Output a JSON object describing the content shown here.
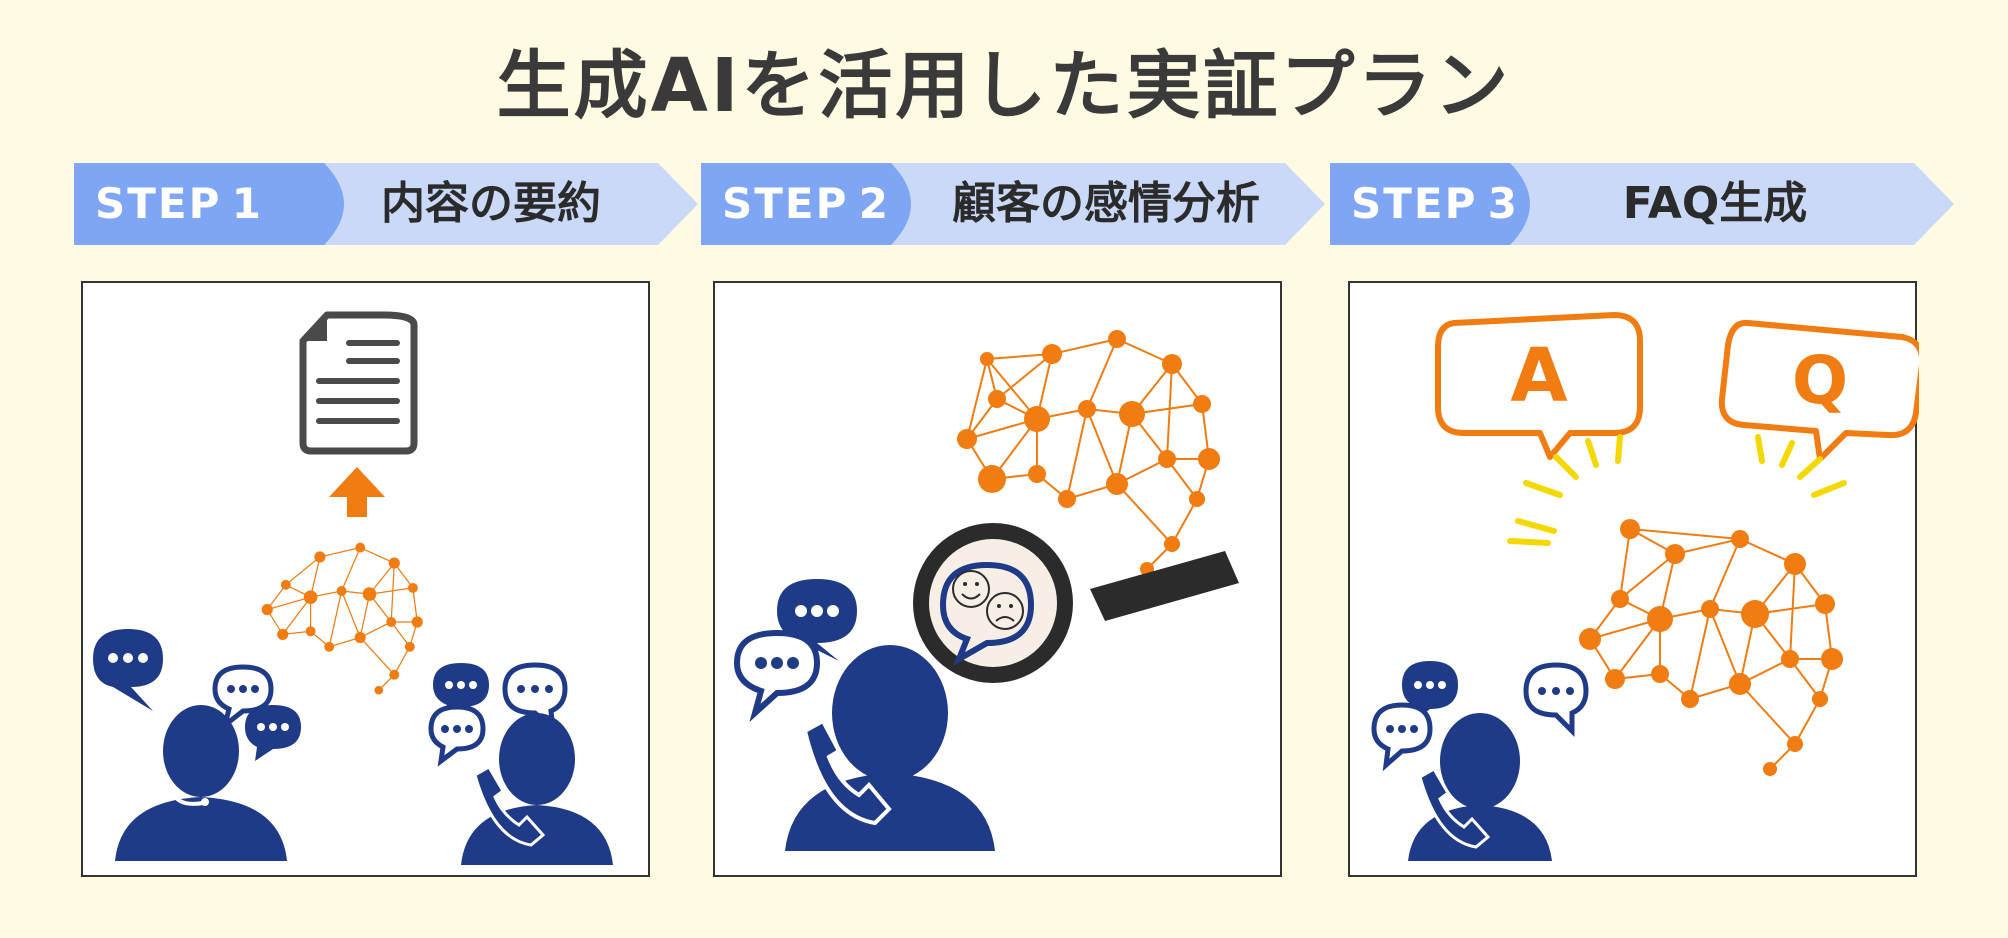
{
  "title": "生成AIを活用した実証プラン",
  "steps": [
    {
      "label": "STEP 1",
      "name": "内容の要約"
    },
    {
      "label": "STEP 2",
      "name": "顧客の感情分析"
    },
    {
      "label": "STEP 3",
      "name": "FAQ生成"
    }
  ],
  "bubbles": {
    "answer": "A",
    "question": "Q"
  },
  "colors": {
    "background": "#fffbe3",
    "step_dark": "#7fa6f4",
    "step_light": "#c9d9f7",
    "navy": "#1f3a87",
    "orange": "#f07c12",
    "yellow": "#f5d800",
    "gray_icon": "#4a4a4a"
  },
  "icons": [
    "document-icon",
    "upload-arrow-icon",
    "neural-network-brain-icon",
    "operator-headset-icon",
    "customer-phone-icon",
    "chat-bubble-icon",
    "magnifier-icon",
    "smile-face-icon",
    "frown-face-icon"
  ]
}
